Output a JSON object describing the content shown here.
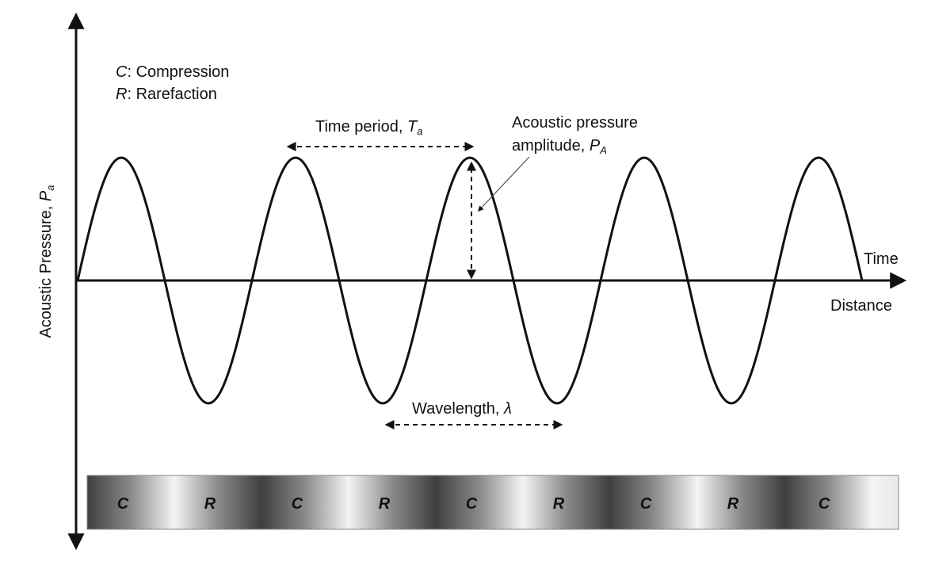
{
  "legend": {
    "c_letter": "C",
    "c_text": ": Compression",
    "r_letter": "R",
    "r_text": ": Rarefaction"
  },
  "labels": {
    "y_axis": "Acoustic Pressure, ",
    "y_axis_symbol": "P",
    "y_axis_sub": "a",
    "x_axis_time": "Time",
    "x_axis_distance": "Distance",
    "time_period": "Time period, ",
    "time_period_symbol": "T",
    "time_period_sub": "a",
    "amplitude_line1": "Acoustic pressure",
    "amplitude_line2": "amplitude, ",
    "amplitude_symbol": "P",
    "amplitude_sub": "A",
    "wavelength": "Wavelength, ",
    "wavelength_symbol": "λ"
  },
  "band_labels": [
    "C",
    "R",
    "C",
    "R",
    "C",
    "R",
    "C",
    "R",
    "C"
  ],
  "colors": {
    "line": "#111111",
    "band_dark": "#4a4a4a",
    "band_light": "#f2f2f2"
  }
}
